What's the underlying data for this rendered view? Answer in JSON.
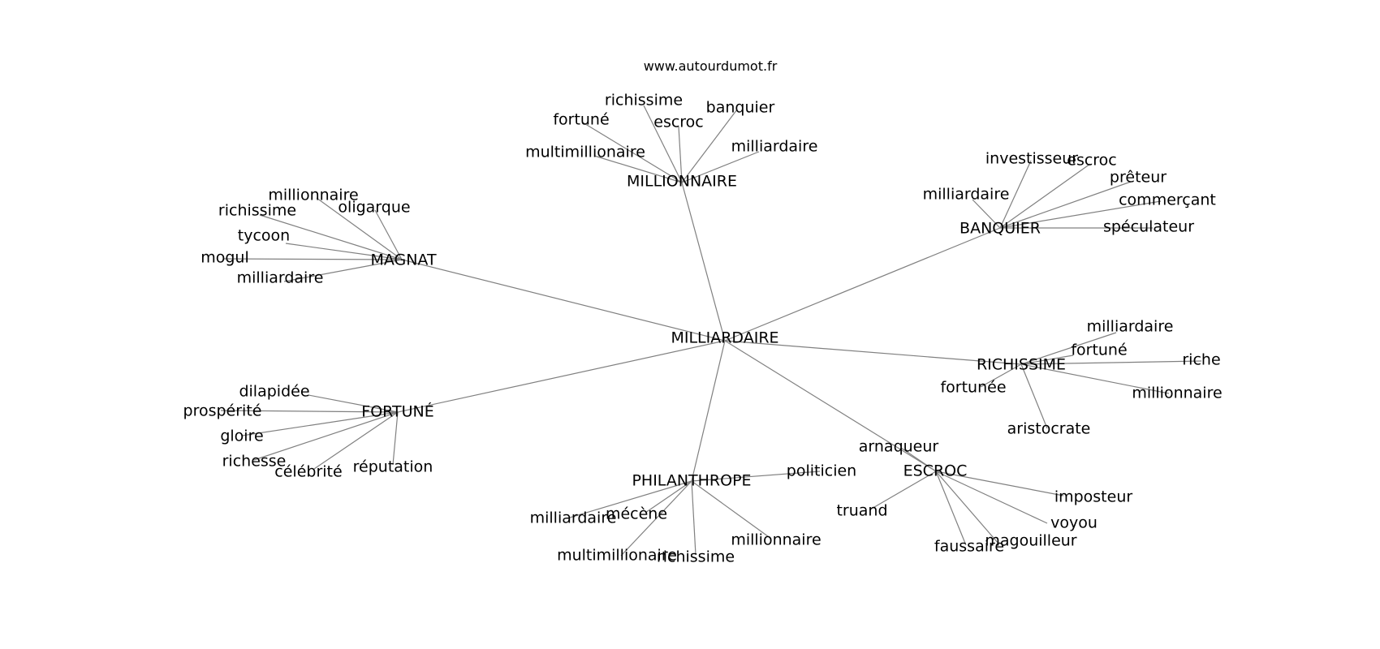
{
  "source": "www.autourdumot.fr",
  "graph": {
    "center": "MILLIARDAIRE",
    "clusters": [
      {
        "hub": "MILLIONNAIRE",
        "words": [
          "richissime",
          "fortuné",
          "escroc",
          "banquier",
          "multimillionaire",
          "milliardaire"
        ]
      },
      {
        "hub": "MAGNAT",
        "words": [
          "millionnaire",
          "oligarque",
          "richissime",
          "tycoon",
          "mogul",
          "milliardaire"
        ]
      },
      {
        "hub": "BANQUIER",
        "words": [
          "investisseur",
          "escroc",
          "milliardaire",
          "prêteur",
          "commerçant",
          "spéculateur"
        ]
      },
      {
        "hub": "RICHISSIME",
        "words": [
          "milliardaire",
          "fortuné",
          "riche",
          "fortunée",
          "millionnaire",
          "aristocrate"
        ]
      },
      {
        "hub": "FORTUNÉ",
        "words": [
          "dilapidée",
          "prospérité",
          "gloire",
          "richesse",
          "célébrité",
          "réputation"
        ]
      },
      {
        "hub": "PHILANTHROPE",
        "words": [
          "politicien",
          "milliardaire",
          "mécène",
          "millionnaire",
          "multimillionaire",
          "richissime"
        ]
      },
      {
        "hub": "ESCROC",
        "words": [
          "arnaqueur",
          "truand",
          "imposteur",
          "voyou",
          "magouilleur",
          "faussaire"
        ]
      }
    ]
  }
}
